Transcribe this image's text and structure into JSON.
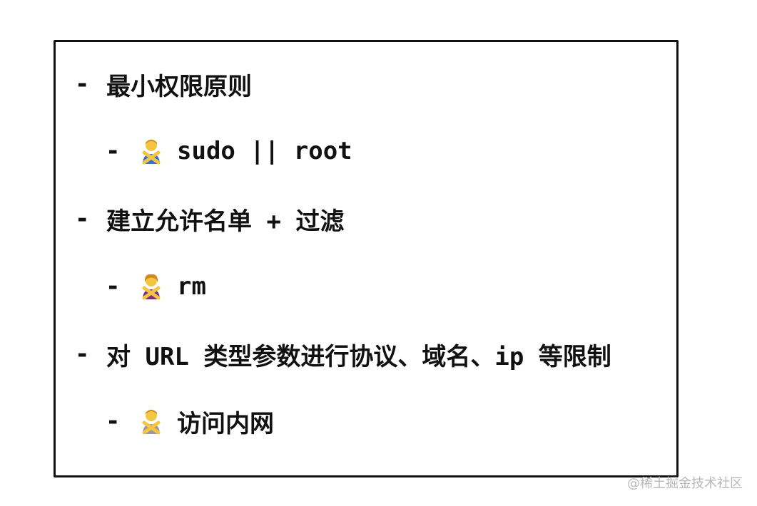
{
  "items": [
    {
      "dash": "-",
      "text": "最小权限原则"
    },
    {
      "dash": "-",
      "emoji": "person-gesturing-no-icon",
      "text": "sudo || root"
    },
    {
      "dash": "-",
      "text": "建立允许名单 + 过滤"
    },
    {
      "dash": "-",
      "emoji": "person-gesturing-no-icon",
      "text": "rm"
    },
    {
      "dash": "-",
      "text": "对 URL 类型参数进行协议、域名、ip 等限制"
    },
    {
      "dash": "-",
      "emoji": "person-gesturing-no-icon",
      "text": "访问内网"
    }
  ],
  "watermark": "@稀土掘金技术社区",
  "colors": {
    "border": "#111111",
    "text": "#111111",
    "watermark": "#b8b8b8",
    "emoji_skin": "#f4c542",
    "emoji_shirt_blue": "#3b6fd8",
    "emoji_shirt_purple": "#7a2c8f",
    "emoji_shirt_gray": "#9a9a9a"
  }
}
